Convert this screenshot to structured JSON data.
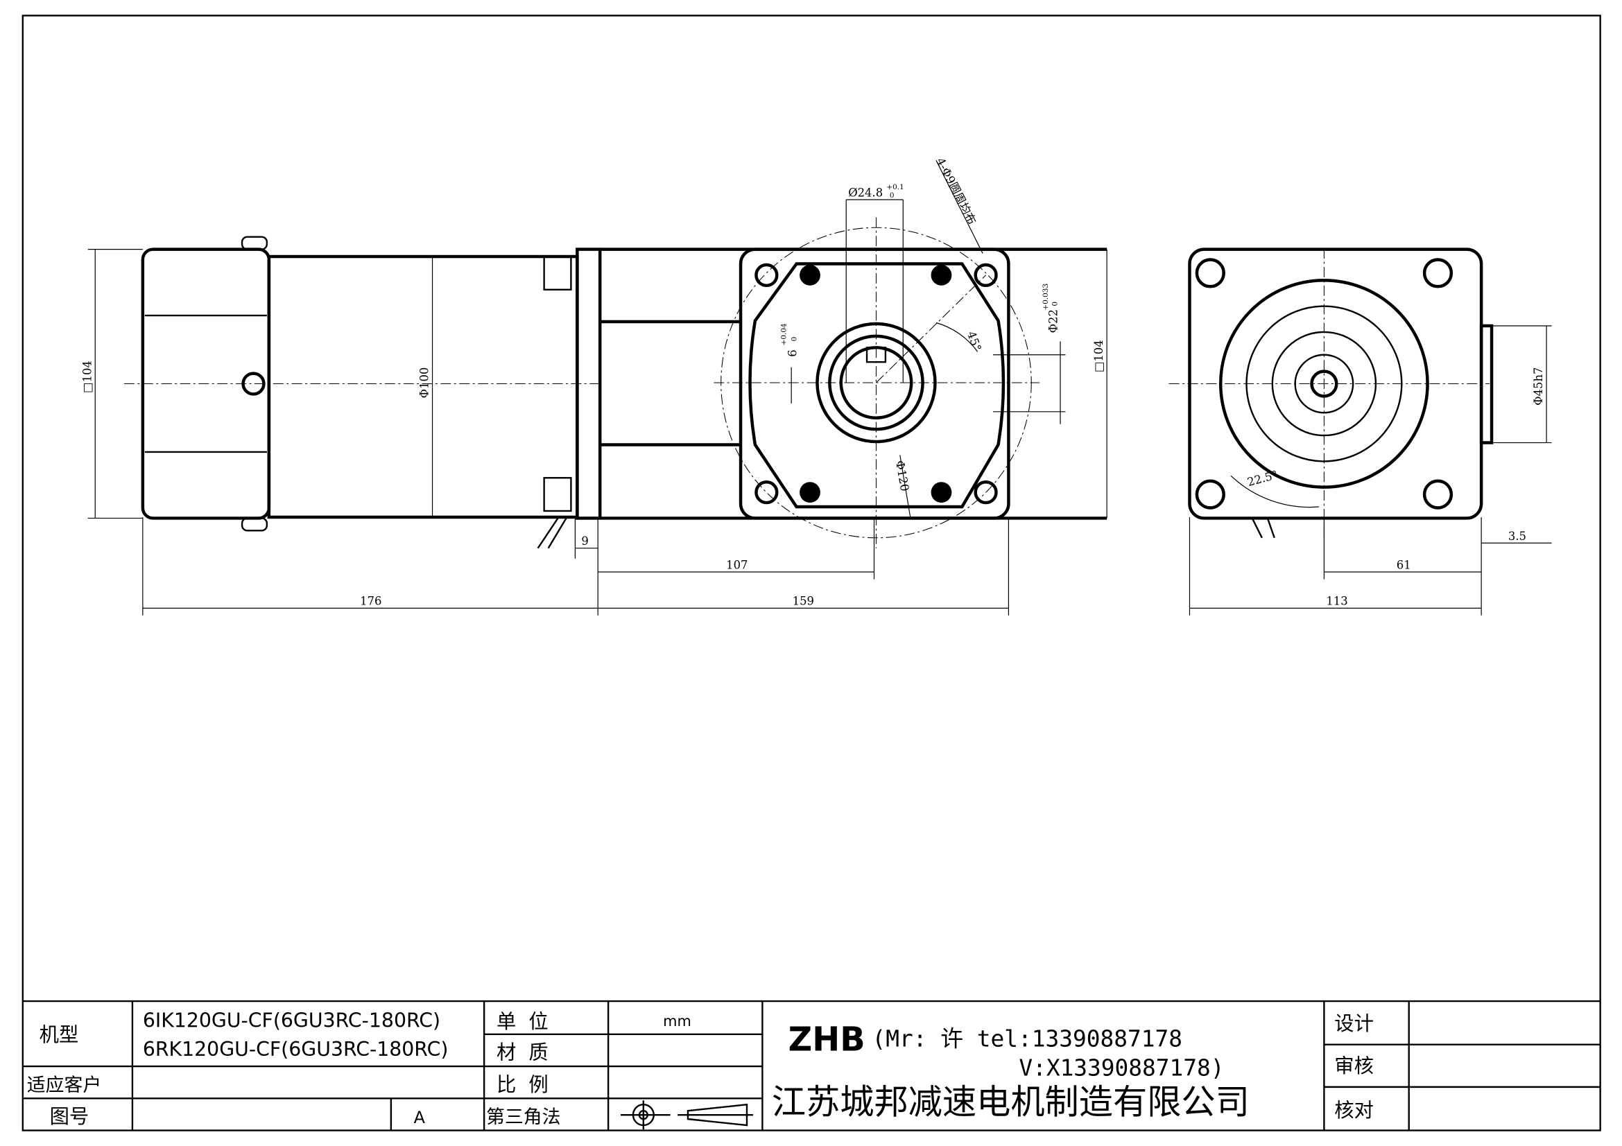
{
  "dimensions": {
    "left_square": "□104",
    "body_dia": "Φ100",
    "gap": "9",
    "length_107": "107",
    "length_176": "176",
    "length_159": "159",
    "bore_dia": "Ø24.8",
    "bore_tol_upper": "+0.1",
    "bore_tol_lower": "0",
    "holes": "4-Φ9圆周均布",
    "angle_45": "45°",
    "shaft_dia": "Φ22",
    "shaft_tol_upper": "+0.033",
    "shaft_tol_lower": "0",
    "key_width": "6",
    "key_tol_upper": "+0.04",
    "key_tol_lower": "0",
    "pcd": "Φ120",
    "front_square": "□104",
    "right_width": "113",
    "right_61": "61",
    "flange_3_5": "3.5",
    "pilot": "Φ45h7",
    "angle_22_5": "22.5°"
  },
  "title_block": {
    "model_label": "机型",
    "model_1": "6IK120GU-CF(6GU3RC-180RC)",
    "model_2": "6RK120GU-CF(6GU3RC-180RC)",
    "customer_label": "适应客户",
    "drawing_no_label": "图号",
    "revision": "A",
    "unit_label": "单  位",
    "unit_value": "mm",
    "material_label": "材  质",
    "scale_label": "比  例",
    "projection_label": "第三角法",
    "brand": "ZHB",
    "contact_line1": "(Mr: 许 tel:13390887178",
    "contact_line2": "V:X13390887178)",
    "company": "江苏城邦减速电机制造有限公司",
    "design_label": "设计",
    "review_label": "审核",
    "check_label": "核对"
  }
}
